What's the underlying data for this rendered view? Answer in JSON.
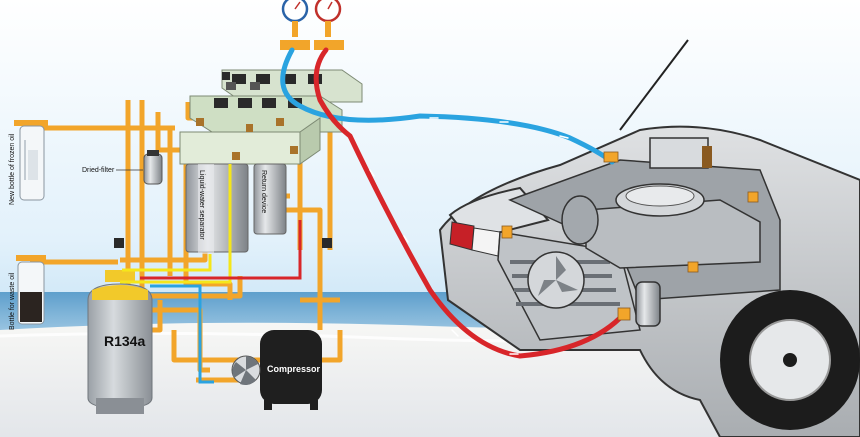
{
  "labels": {
    "new_bottle_frozen_oil": "New bottle of frozen oil",
    "dried_filter": "Dried-filter",
    "liquid_water_separator": "Liquid-water separator",
    "return_device": "Return device",
    "bottle_waste_oil": "Bottle for waste oil",
    "r134a": "R134a",
    "compressor": "Compressor"
  },
  "colors": {
    "sky_top": "#ffffff",
    "sky_bottom": "#bfe0f5",
    "sea": "#7fb4d6",
    "sand": "#eef0f2",
    "pipe_orange": "#f2a52a",
    "low_pressure_blue": "#2aa3e0",
    "high_pressure_red": "#d8262a",
    "refrigerant_yellow": "#f5e61a",
    "machine_green": "#d6e6c8",
    "car_grey": "#c9ccd0"
  },
  "icons": [
    "low-pressure-gauge-icon",
    "high-pressure-gauge-icon",
    "fan-icon",
    "valve-icon"
  ]
}
